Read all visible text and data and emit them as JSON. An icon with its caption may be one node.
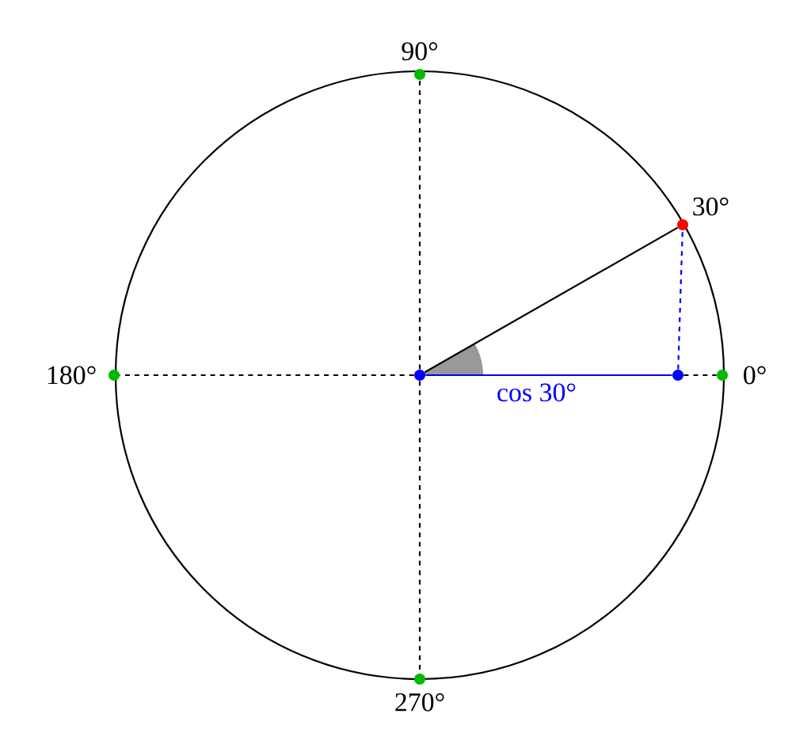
{
  "diagram": {
    "nodes": [
      {
        "text": [],
        "shape": "circle"
      },
      {
        "text": [],
        "shape": "circle",
        "beside": [
          "30°"
        ]
      },
      {
        "text": [],
        "shape": "circle"
      },
      {
        "text": [],
        "shape": "circle",
        "beside": [
          "0°"
        ]
      },
      {
        "text": [],
        "shape": "circle",
        "beside": [
          "90°"
        ]
      },
      {
        "text": [],
        "shape": "circle",
        "beside": [
          "180°"
        ]
      },
      {
        "text": [],
        "shape": "circle",
        "beside": [
          "270°"
        ]
      }
    ],
    "edges": [
      {
        "from": 0,
        "to": 1,
        "arrow": "none"
      },
      {
        "from": 0,
        "to": 2,
        "arrow": "none",
        "label": "cos 30°",
        "color": "#0000ff"
      },
      {
        "from": 2,
        "to": 1,
        "arrow": "none",
        "style": "dashed",
        "color": "#0000ff"
      },
      {
        "from": 2,
        "to": 3,
        "arrow": "none",
        "style": "dashed"
      },
      {
        "from": 0,
        "to": 4,
        "arrow": "none",
        "style": "dashed"
      },
      {
        "from": 0,
        "to": 5,
        "arrow": "none",
        "style": "dashed"
      },
      {
        "from": 0,
        "to": 6,
        "arrow": "none",
        "style": "dashed"
      }
    ]
  }
}
